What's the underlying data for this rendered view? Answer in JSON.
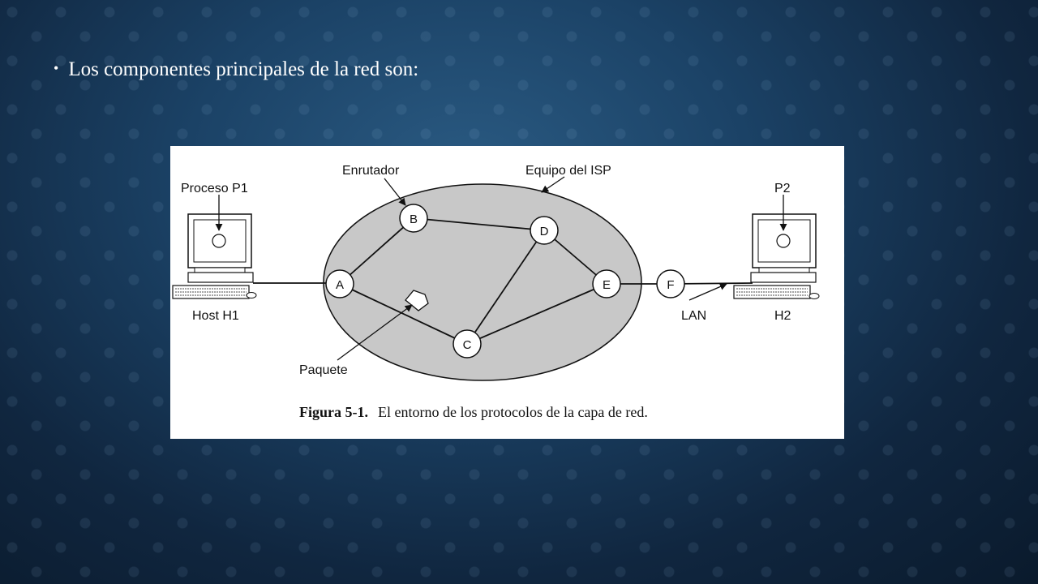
{
  "slide": {
    "bullet_text": "Los componentes principales de la red son:"
  },
  "figure": {
    "labels": {
      "process_p1": "Proceso P1",
      "router": "Enrutador",
      "isp_equipment": "Equipo del ISP",
      "p2": "P2",
      "host_h1": "Host H1",
      "packet": "Paquete",
      "lan": "LAN",
      "h2": "H2"
    },
    "nodes": {
      "a": "A",
      "b": "B",
      "c": "C",
      "d": "D",
      "e": "E",
      "f": "F"
    },
    "caption": {
      "bold": "Figura 5-1.",
      "text": "El entorno de los protocolos de la capa de red."
    }
  },
  "colors": {
    "isp_ellipse": "#c8c8c8",
    "text": "#ffffff"
  }
}
